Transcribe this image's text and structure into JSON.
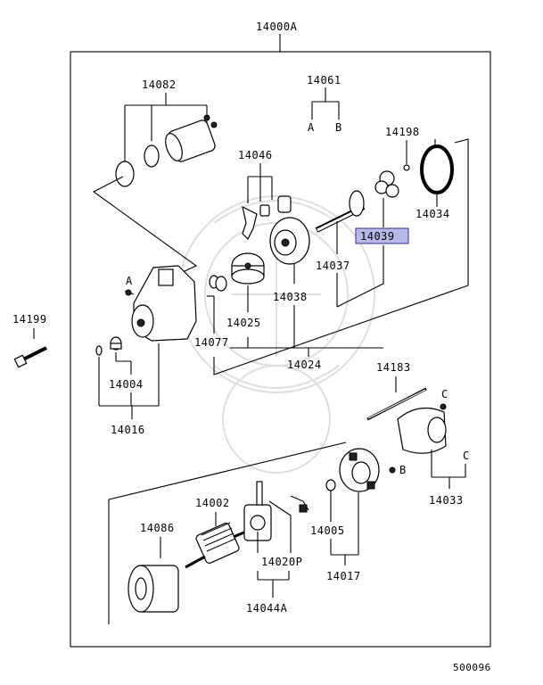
{
  "assembly_label": "14000A",
  "diagram_code": "500096",
  "callouts": {
    "c14082": "14082",
    "c14061": "14061",
    "c14061a": "A",
    "c14061b": "B",
    "c14198": "14198",
    "c14046": "14046",
    "c14034": "14034",
    "c14039": "14039",
    "c14037": "14037",
    "c14038": "14038",
    "c14025": "14025",
    "c14077": "14077",
    "c14024": "14024",
    "c14199": "14199",
    "c14004": "14004",
    "c14016": "14016",
    "c14183": "14183",
    "c14033": "14033",
    "c14086": "14086",
    "c14002": "14002",
    "c14020p": "14020P",
    "c14005": "14005",
    "c14017": "14017",
    "c14044a": "14044A",
    "ref_a": "A",
    "ref_c1": "C",
    "ref_c2": "C",
    "ref_b": "B"
  },
  "highlight": {
    "label": "14039",
    "color": "#b7b7e8"
  }
}
